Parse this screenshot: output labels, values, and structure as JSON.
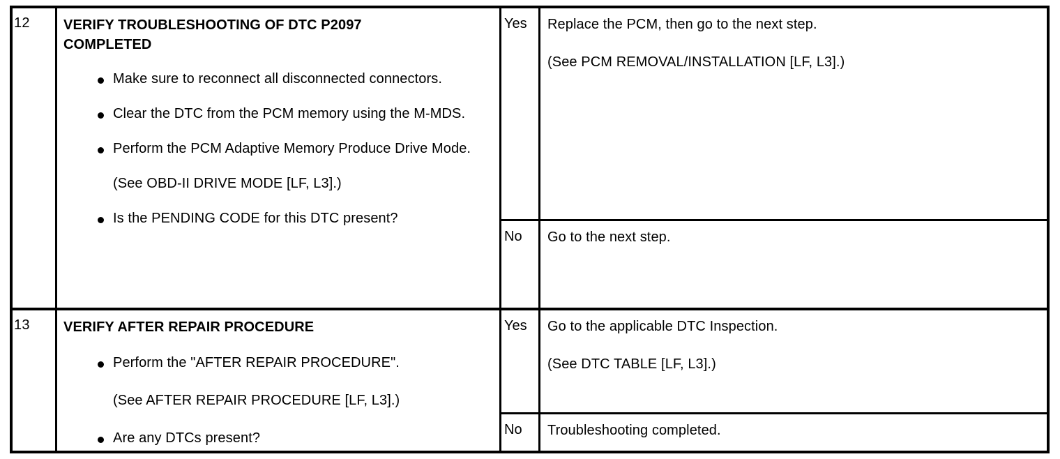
{
  "document": {
    "type": "diagnostic-troubleshooting-table",
    "columns": [
      "step",
      "procedure",
      "result",
      "action"
    ]
  },
  "steps": [
    {
      "number": "12",
      "title": "VERIFY TROUBLESHOOTING OF DTC P2097\nCOMPLETED",
      "items": [
        {
          "bullet": true,
          "text": "Make sure to reconnect all disconnected connectors."
        },
        {
          "bullet": true,
          "text": "Clear the DTC from the PCM memory using the M-MDS."
        },
        {
          "bullet": true,
          "text": "Perform the PCM Adaptive Memory Produce Drive Mode."
        },
        {
          "bullet": false,
          "text": "(See OBD-II DRIVE MODE [LF, L3].)"
        },
        {
          "bullet": true,
          "text": "Is the PENDING CODE for this DTC present?"
        }
      ],
      "answers": [
        {
          "key": "Yes",
          "lines": [
            "Replace the PCM, then go to the next step.",
            "(See PCM REMOVAL/INSTALLATION [LF, L3].)"
          ]
        },
        {
          "key": "No",
          "lines": [
            "Go to the next step."
          ]
        }
      ]
    },
    {
      "number": "13",
      "title": "VERIFY AFTER REPAIR PROCEDURE",
      "items": [
        {
          "bullet": true,
          "text": "Perform the \"AFTER REPAIR PROCEDURE\"."
        },
        {
          "bullet": false,
          "text": "(See AFTER REPAIR PROCEDURE [LF, L3].)"
        },
        {
          "bullet": true,
          "text": "Are any DTCs present?"
        }
      ],
      "answers": [
        {
          "key": "Yes",
          "lines": [
            "Go to the applicable DTC Inspection.",
            "(See DTC TABLE [LF, L3].)"
          ]
        },
        {
          "key": "No",
          "lines": [
            "Troubleshooting completed."
          ]
        }
      ]
    }
  ]
}
